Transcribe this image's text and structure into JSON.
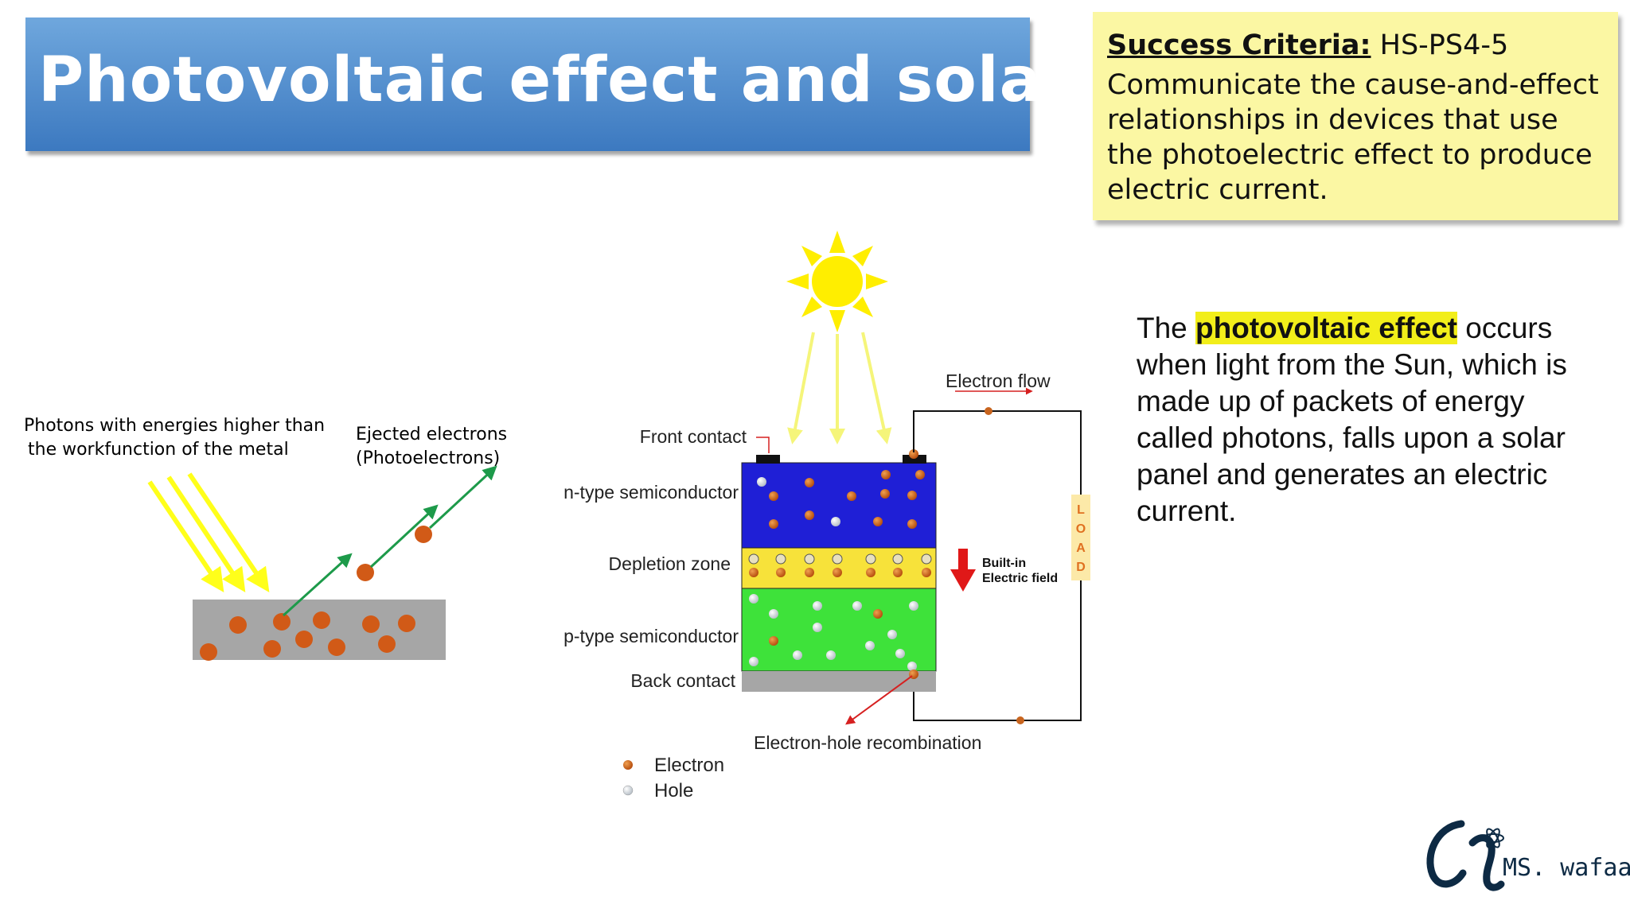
{
  "title": "Photovoltaic effect and solar Cell",
  "criteria": {
    "heading": "Success Criteria:",
    "code": "HS-PS4-5",
    "text": "Communicate the cause-and-effect relationships in devices that use the photoelectric effect to produce electric current."
  },
  "description": {
    "before": "The ",
    "highlight": "photovoltaic effect",
    "after": " occurs when light from the Sun, which is made up of packets of energy called photons, falls upon a solar panel and generates an electric current."
  },
  "photoelectric": {
    "photons_line1": "Photons with energies higher than",
    "photons_line2": "the workfunction of the metal",
    "ejected_line1": "Ejected electrons",
    "ejected_line2": "(Photoelectrons)"
  },
  "solar_cell": {
    "front_contact": "Front contact",
    "n_type": "n-type semiconductor",
    "depletion": "Depletion zone",
    "p_type": "p-type semiconductor",
    "back_contact": "Back contact",
    "electron_flow": "Electron flow",
    "field_line1": "Built-in",
    "field_line2": "Electric field",
    "load_letters": [
      "L",
      "O",
      "A",
      "D"
    ],
    "recombination": "Electron-hole recombination",
    "legend_electron": "Electron",
    "legend_hole": "Hole"
  },
  "colors": {
    "n_layer": "#1f1fd6",
    "depletion_layer": "#f7e23a",
    "p_layer": "#3ee23a",
    "electron": "#c8641e",
    "photon_arrow": "#ffff1a",
    "title_bar": "#4a86c8",
    "criteria_bg": "#fbf7a3",
    "highlight": "#f2ee1a"
  },
  "logo": {
    "text": "MS. wafaa"
  }
}
